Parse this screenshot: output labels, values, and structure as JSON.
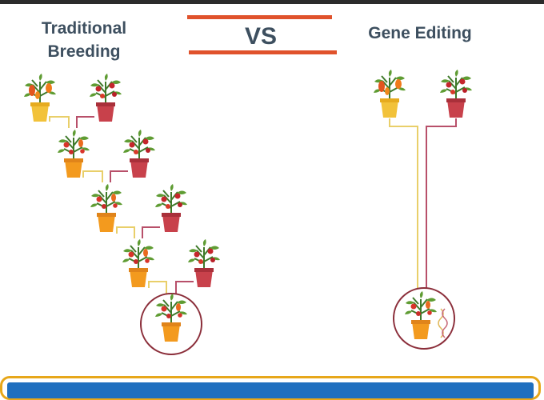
{
  "headings": {
    "left_line1": "Traditional",
    "left_line2": "Breeding",
    "vs": "VS",
    "right": "Gene Editing"
  },
  "icons": {
    "plant": "potted-tomato-plant-icon",
    "dna": "dna-strand-icon"
  },
  "colors": {
    "heading": "#3d4f5f",
    "vs_rule": "#e0522c",
    "pot_yellow": "#f2c23a",
    "pot_orange": "#f39a1e",
    "pot_red": "#c8414b",
    "line_yellow": "#e9cf6a",
    "line_red": "#b8506a",
    "result_circle": "#8b2e3a",
    "panel_border": "#e7a71a",
    "panel_fill": "#1f6fbf"
  }
}
